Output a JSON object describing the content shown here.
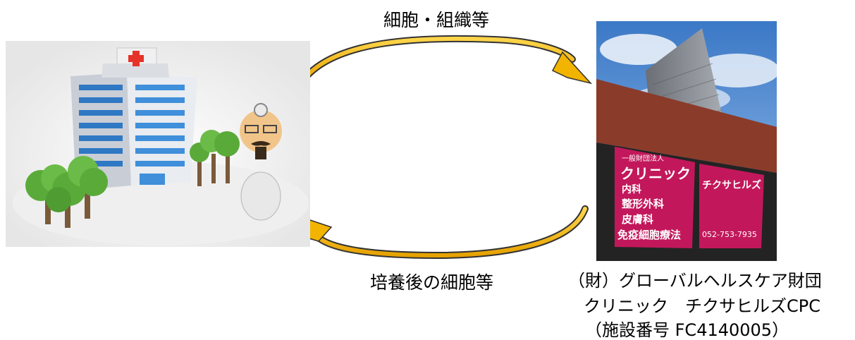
{
  "arrows": {
    "top_label": "細胞・組織等",
    "bottom_label": "培養後の細胞等",
    "color": "#f2b400"
  },
  "hospital": {
    "icon": "hospital-building-with-doctor-illustration"
  },
  "facility": {
    "photo_icon": "clinic-building-photo",
    "sign": {
      "org": "一般財団法人",
      "name": "クリニック",
      "depts": [
        "内科",
        "整形外科",
        "皮膚科",
        "免疫細胞療法"
      ],
      "brand": "チクサヒルズ",
      "phone": "052-753-7935"
    },
    "lines": [
      "（財）グローバルヘルスケア財団",
      "クリニック　チクサヒルズCPC",
      "（施設番号 FC4140005）"
    ]
  }
}
